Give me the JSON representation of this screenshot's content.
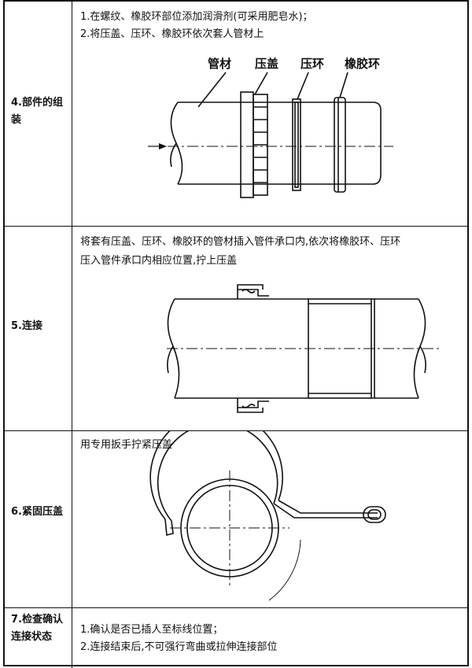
{
  "rows": [
    {
      "label": "4.部件的组装",
      "lines": [
        "1.在螺纹、橡胶环部位添加润滑剂(可采用肥皂水)；",
        "2.将压盖、压环、橡胶环依次套人管材上"
      ],
      "part_labels": [
        "管材",
        "压盖",
        "压环",
        "橡胶环"
      ]
    },
    {
      "label": "5.连接",
      "lines": [
        "将套有压盖、压环、橡胶环的管材插入管件承口内,依次将橡胶环、压环",
        "压入管件承口内相应位置,拧上压盖"
      ]
    },
    {
      "label": "6.紧固压盖",
      "lines": [
        "用专用扳手拧紧压盖"
      ]
    },
    {
      "label": "7.检查确认连接状态",
      "lines": [
        "1.确认是否已插人至标线位置；",
        "2.连接结束后,不可强行弯曲或拉伸连接部位"
      ]
    }
  ]
}
